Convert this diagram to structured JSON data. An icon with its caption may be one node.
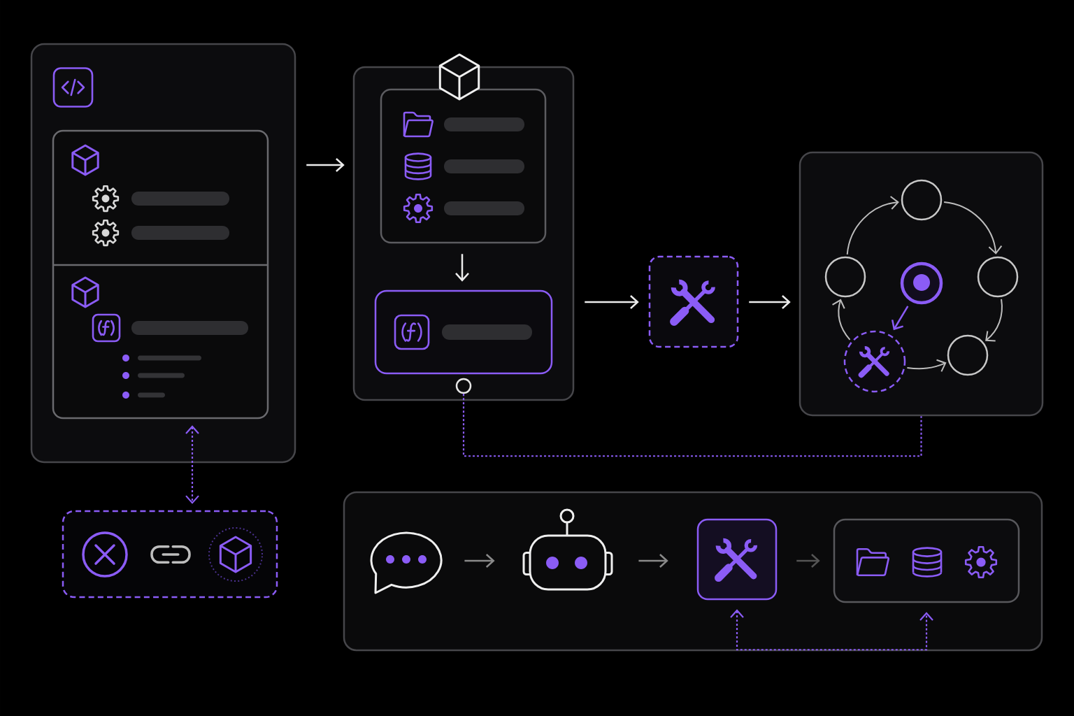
{
  "diagram": {
    "nodes": [
      {
        "text": [],
        "shape": "box"
      },
      {
        "text": [],
        "shape": "box",
        "in": 0
      },
      {
        "text": [],
        "shape": "box"
      },
      {
        "text": [],
        "shape": "box",
        "in": 2
      },
      {
        "text": [],
        "shape": "box",
        "in": 2
      },
      {
        "text": [],
        "shape": "circle",
        "in": 2
      },
      {
        "text": [],
        "shape": "box"
      },
      {
        "text": [],
        "shape": "box"
      },
      {
        "text": [],
        "shape": "circle",
        "in": 7
      },
      {
        "text": [],
        "shape": "circle",
        "in": 7
      },
      {
        "text": [],
        "shape": "circle",
        "in": 7
      },
      {
        "text": [],
        "shape": "circle",
        "in": 7
      },
      {
        "text": [],
        "shape": "circle",
        "in": 7
      },
      {
        "text": [],
        "shape": "circle",
        "in": 7
      },
      {
        "text": [],
        "shape": "box"
      },
      {
        "text": [],
        "shape": "box"
      },
      {
        "text": [],
        "shape": "picture",
        "in": 15
      },
      {
        "text": [],
        "shape": "picture",
        "in": 15
      },
      {
        "text": [],
        "shape": "box",
        "in": 15
      },
      {
        "text": [],
        "shape": "box",
        "in": 15
      }
    ],
    "edges": [
      {
        "from": 0,
        "to": 2,
        "arrow": "to"
      },
      {
        "from": 1,
        "to": 14,
        "arrow": "both",
        "style": "dashed",
        "color": "#8b5cf6"
      },
      {
        "from": 3,
        "to": 4,
        "arrow": "to"
      },
      {
        "from": 2,
        "to": 6,
        "arrow": "to"
      },
      {
        "from": 6,
        "to": 7,
        "arrow": "to"
      },
      {
        "from": 5,
        "to": 7,
        "arrow": "none",
        "style": "dashed",
        "color": "#8b5cf6"
      },
      {
        "from": 9,
        "to": 8,
        "arrow": "to",
        "color": "#bdbdbd"
      },
      {
        "from": 8,
        "to": 10,
        "arrow": "to",
        "color": "#bdbdbd"
      },
      {
        "from": 10,
        "to": 12,
        "arrow": "to",
        "color": "#bdbdbd"
      },
      {
        "from": 13,
        "to": 12,
        "arrow": "to",
        "color": "#bdbdbd"
      },
      {
        "from": 13,
        "to": 9,
        "arrow": "to",
        "color": "#bdbdbd"
      },
      {
        "from": 11,
        "to": 13,
        "arrow": "to",
        "color": "#8b5cf6"
      },
      {
        "from": 16,
        "to": 17,
        "arrow": "to",
        "color": "#8a8a8a"
      },
      {
        "from": 17,
        "to": 18,
        "arrow": "to",
        "color": "#8a8a8a"
      },
      {
        "from": 18,
        "to": 19,
        "arrow": "to",
        "color": "#555555"
      },
      {
        "from": 18,
        "to": 19,
        "arrow": "both",
        "style": "dashed",
        "color": "#8b5cf6"
      }
    ]
  }
}
